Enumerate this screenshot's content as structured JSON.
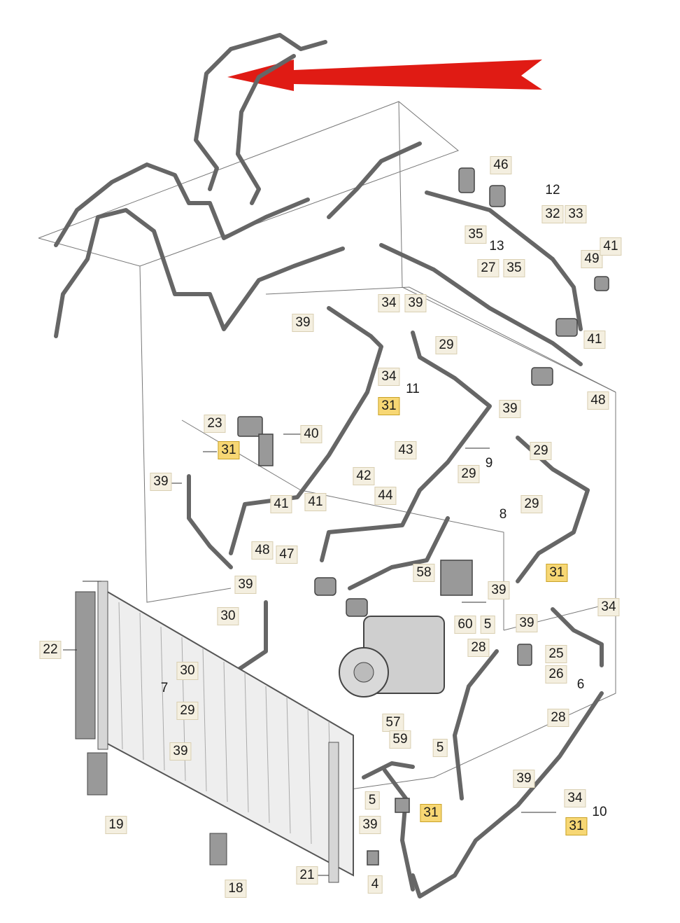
{
  "diagram": {
    "callouts": [
      {
        "id": "c46",
        "text": "46",
        "highlight": false
      },
      {
        "id": "c12",
        "text": "12",
        "highlight": false
      },
      {
        "id": "c32",
        "text": "32",
        "highlight": false
      },
      {
        "id": "c33",
        "text": "33",
        "highlight": false
      },
      {
        "id": "c35a",
        "text": "35",
        "highlight": false
      },
      {
        "id": "c13",
        "text": "13",
        "highlight": false
      },
      {
        "id": "c27",
        "text": "27",
        "highlight": false
      },
      {
        "id": "c35b",
        "text": "35",
        "highlight": false
      },
      {
        "id": "c49",
        "text": "49",
        "highlight": false
      },
      {
        "id": "c41a",
        "text": "41",
        "highlight": false
      },
      {
        "id": "c39a",
        "text": "39",
        "highlight": false
      },
      {
        "id": "c34a",
        "text": "34",
        "highlight": false
      },
      {
        "id": "c39b",
        "text": "39",
        "highlight": false
      },
      {
        "id": "c29a",
        "text": "29",
        "highlight": false
      },
      {
        "id": "c41b",
        "text": "41",
        "highlight": false
      },
      {
        "id": "c48a",
        "text": "48",
        "highlight": false
      },
      {
        "id": "c34b",
        "text": "34",
        "highlight": false
      },
      {
        "id": "c11",
        "text": "11",
        "highlight": false
      },
      {
        "id": "c31a",
        "text": "31",
        "highlight": true
      },
      {
        "id": "c39c",
        "text": "39",
        "highlight": false
      },
      {
        "id": "c29b",
        "text": "29",
        "highlight": false
      },
      {
        "id": "c23",
        "text": "23",
        "highlight": false
      },
      {
        "id": "c40",
        "text": "40",
        "highlight": false
      },
      {
        "id": "c31b",
        "text": "31",
        "highlight": true
      },
      {
        "id": "c43",
        "text": "43",
        "highlight": false
      },
      {
        "id": "c42",
        "text": "42",
        "highlight": false
      },
      {
        "id": "c44",
        "text": "44",
        "highlight": false
      },
      {
        "id": "c9",
        "text": "9",
        "highlight": false
      },
      {
        "id": "c29c",
        "text": "29",
        "highlight": false
      },
      {
        "id": "c39d",
        "text": "39",
        "highlight": false
      },
      {
        "id": "c41c",
        "text": "41",
        "highlight": false
      },
      {
        "id": "c41d",
        "text": "41",
        "highlight": false
      },
      {
        "id": "c48b",
        "text": "48",
        "highlight": false
      },
      {
        "id": "c47",
        "text": "47",
        "highlight": false
      },
      {
        "id": "c8",
        "text": "8",
        "highlight": false
      },
      {
        "id": "c29d",
        "text": "29",
        "highlight": false
      },
      {
        "id": "c31c",
        "text": "31",
        "highlight": true
      },
      {
        "id": "c39e",
        "text": "39",
        "highlight": false
      },
      {
        "id": "c58",
        "text": "58",
        "highlight": false
      },
      {
        "id": "c39f",
        "text": "39",
        "highlight": false
      },
      {
        "id": "c34c",
        "text": "34",
        "highlight": false
      },
      {
        "id": "c30a",
        "text": "30",
        "highlight": false
      },
      {
        "id": "c60",
        "text": "60",
        "highlight": false
      },
      {
        "id": "c5a",
        "text": "5",
        "highlight": false
      },
      {
        "id": "c39g",
        "text": "39",
        "highlight": false
      },
      {
        "id": "c22",
        "text": "22",
        "highlight": false
      },
      {
        "id": "c28a",
        "text": "28",
        "highlight": false
      },
      {
        "id": "c25",
        "text": "25",
        "highlight": false
      },
      {
        "id": "c26",
        "text": "26",
        "highlight": false
      },
      {
        "id": "c6",
        "text": "6",
        "highlight": false
      },
      {
        "id": "c7",
        "text": "7",
        "highlight": false
      },
      {
        "id": "c30b",
        "text": "30",
        "highlight": false
      },
      {
        "id": "c29e",
        "text": "29",
        "highlight": false
      },
      {
        "id": "c28b",
        "text": "28",
        "highlight": false
      },
      {
        "id": "c57",
        "text": "57",
        "highlight": false
      },
      {
        "id": "c59",
        "text": "59",
        "highlight": false
      },
      {
        "id": "c5b",
        "text": "5",
        "highlight": false
      },
      {
        "id": "c39h",
        "text": "39",
        "highlight": false
      },
      {
        "id": "c39i",
        "text": "39",
        "highlight": false
      },
      {
        "id": "c5c",
        "text": "5",
        "highlight": false
      },
      {
        "id": "c31d",
        "text": "31",
        "highlight": true
      },
      {
        "id": "c34d",
        "text": "34",
        "highlight": false
      },
      {
        "id": "c10",
        "text": "10",
        "highlight": false
      },
      {
        "id": "c31e",
        "text": "31",
        "highlight": true
      },
      {
        "id": "c39j",
        "text": "39",
        "highlight": false
      },
      {
        "id": "c19",
        "text": "19",
        "highlight": false
      },
      {
        "id": "c18",
        "text": "18",
        "highlight": false
      },
      {
        "id": "c21",
        "text": "21",
        "highlight": false
      },
      {
        "id": "c4",
        "text": "4",
        "highlight": false
      }
    ],
    "colors": {
      "arrow": "#e01b14",
      "line": "#555555",
      "label_bg": "#f4efe0",
      "highlight_bg": "#f7d774"
    }
  }
}
